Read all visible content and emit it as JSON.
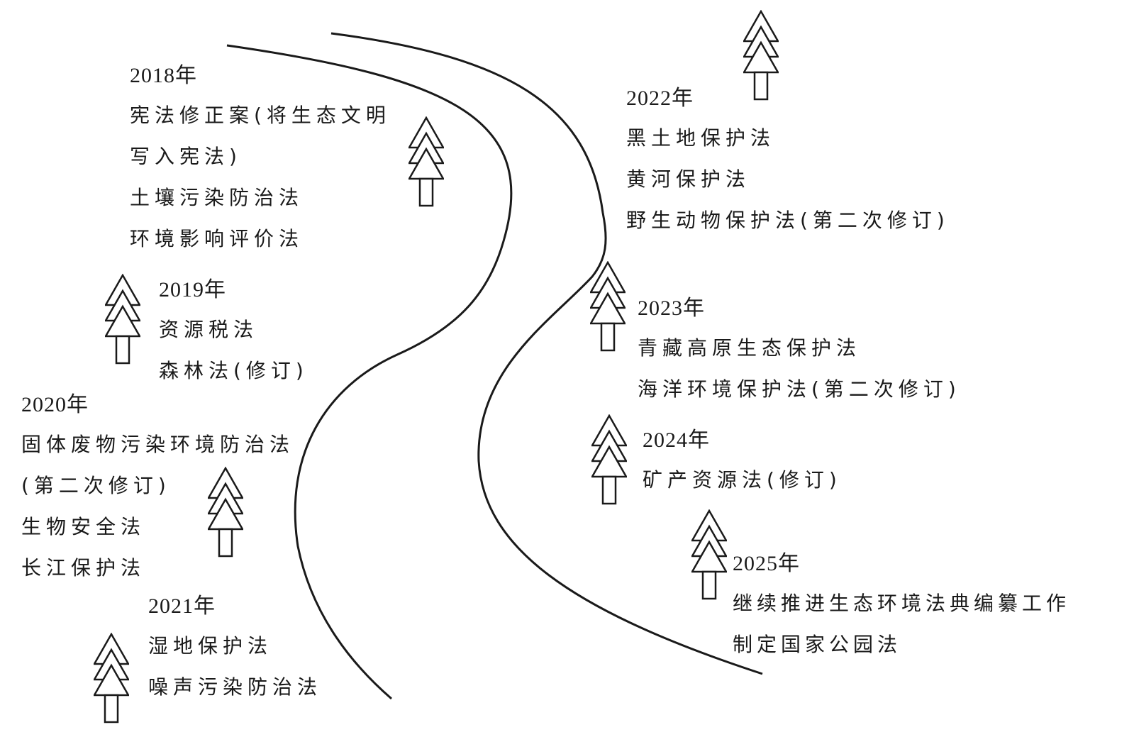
{
  "entries": [
    {
      "year": "2018年",
      "items": [
        "宪法修正案(将生态文明",
        "写入宪法)",
        "土壤污染防治法",
        "环境影响评价法"
      ]
    },
    {
      "year": "2019年",
      "items": [
        "资源税法",
        "森林法(修订)"
      ]
    },
    {
      "year": "2020年",
      "items": [
        "固体废物污染环境防治法",
        "(第二次修订)",
        "生物安全法",
        "长江保护法"
      ]
    },
    {
      "year": "2021年",
      "items": [
        "湿地保护法",
        "噪声污染防治法"
      ]
    },
    {
      "year": "2022年",
      "items": [
        "黑土地保护法",
        "黄河保护法",
        "野生动物保护法(第二次修订)"
      ]
    },
    {
      "year": "2023年",
      "items": [
        "青藏高原生态保护法",
        "海洋环境保护法(第二次修订)"
      ]
    },
    {
      "year": "2024年",
      "items": [
        "矿产资源法(修订)"
      ]
    },
    {
      "year": "2025年",
      "items": [
        "继续推进生态环境法典编纂工作",
        "制定国家公园法"
      ]
    }
  ],
  "icons": {
    "tree": "pine-tree-icon"
  },
  "colors": {
    "ink": "#1a1a1a",
    "background": "#ffffff"
  }
}
